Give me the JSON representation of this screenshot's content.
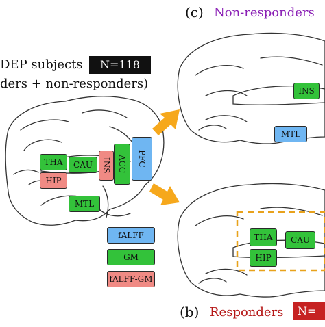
{
  "panel_c": {
    "letter": "(c)",
    "title": "Non-responders"
  },
  "panel_b": {
    "letter": "(b)",
    "title": "Responders",
    "count": "N="
  },
  "panel_a": {
    "title": "DEP subjects",
    "subtitle": "ders + non-responders)",
    "count": "N=118"
  },
  "regions": {
    "tha": "THA",
    "cau": "CAU",
    "ins": "INS",
    "acc": "ACC",
    "pfc": "PFC",
    "hip": "HIP",
    "mtl": "MTL"
  },
  "legend": [
    {
      "label": "fALFF",
      "color": "#6fb6f2"
    },
    {
      "label": "GM",
      "color": "#33c23a"
    },
    {
      "label": "fALFF-GM",
      "color": "#f08a84"
    }
  ],
  "colors": {
    "green": "#33c23a",
    "red": "#f08a84",
    "blue": "#6fb6f2",
    "arrow": "#f6a81c",
    "highlight": "#e8a21c",
    "title_c": "#8a1fb5",
    "title_b": "#b51717",
    "count_bg": "#c62222"
  }
}
